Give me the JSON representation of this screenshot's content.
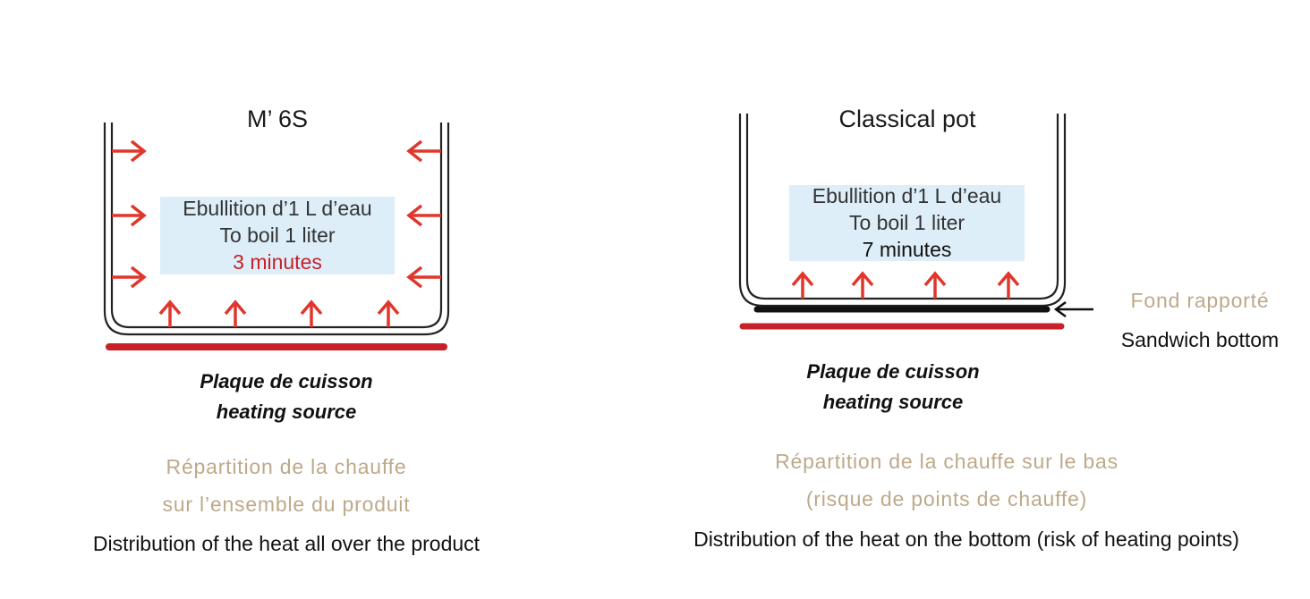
{
  "colors": {
    "arrow": "#e0362c",
    "heat_plate": "#c7212a",
    "box_fill": "#ddeef9",
    "pot_outline": "#222222",
    "beige_text": "#bda98a",
    "highlight_red": "#c7212a"
  },
  "left_panel": {
    "title": "M’ 6S",
    "box": {
      "line1": "Ebullition d’1 L d’eau",
      "line2": "To boil 1 liter",
      "time": "3 minutes"
    },
    "source_fr": "Plaque de cuisson",
    "source_en": "heating source",
    "caption_fr_1": "Répartition de la chauffe",
    "caption_fr_2": "sur l’ensemble du produit",
    "caption_en": "Distribution of the heat all over the product"
  },
  "right_panel": {
    "title": "Classical pot",
    "box": {
      "line1": "Ebullition d’1 L d’eau",
      "line2": "To boil 1 liter",
      "time": "7 minutes"
    },
    "bottom_label_fr": "Fond rapporté",
    "bottom_label_en": "Sandwich bottom",
    "source_fr": "Plaque de cuisson",
    "source_en": "heating source",
    "caption_fr_1": "Répartition de la chauffe sur le bas",
    "caption_fr_2": "(risque de points de chauffe)",
    "caption_en": "Distribution of the heat on the bottom (risk of heating points)"
  }
}
